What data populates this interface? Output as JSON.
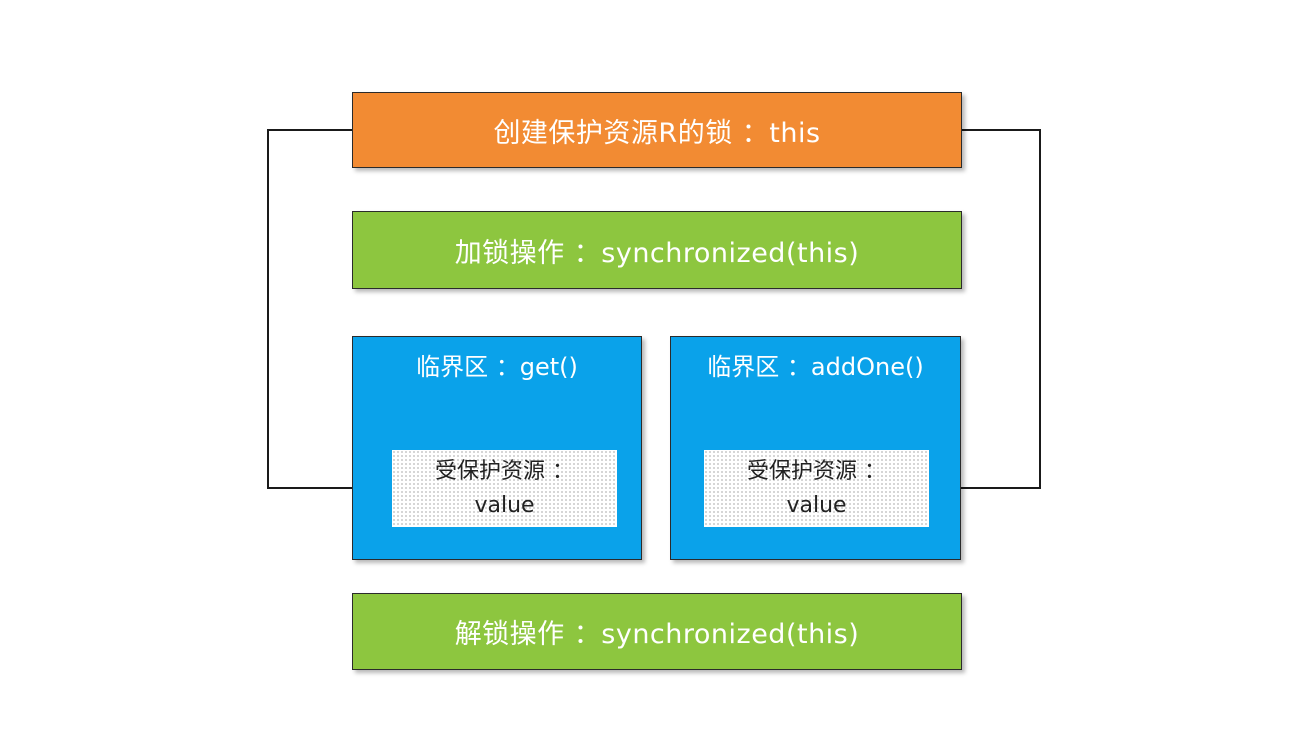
{
  "lock_resource": {
    "label": "创建保护资源R的锁 ：this",
    "color": "#f28b33"
  },
  "lock_operation": {
    "label": "加锁操作 ：synchronized(this)",
    "color": "#8dc63f"
  },
  "critical_sections": [
    {
      "title": "临界区 ：get()",
      "resource_line1": "受保护资源 ：",
      "resource_line2": "value"
    },
    {
      "title": "临界区 ：addOne()",
      "resource_line1": "受保护资源 ：",
      "resource_line2": "value"
    }
  ],
  "unlock_operation": {
    "label": "解锁操作 ：synchronized(this)",
    "color": "#8dc63f"
  },
  "critical_section_color": "#0aa2ea"
}
